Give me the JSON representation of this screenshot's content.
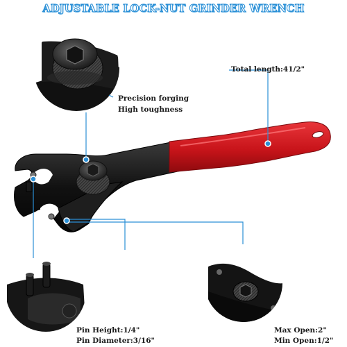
{
  "title": "ADJUSTABLE LOCK-NUT GRINDER WRENCH",
  "labels": {
    "total_length": "Total length:41/2\"",
    "precision_forging": "Precision forging",
    "high_toughness": "High toughness",
    "pin_height": "Pin Height:1/4\"",
    "pin_diameter": "Pin Diameter:3/16\"",
    "max_open": "Max Open:2\"",
    "min_open": "Min Open:1/2\""
  },
  "colors": {
    "accent_blue": "#2a8fd6",
    "handle_red": "#c8141a",
    "metal_black": "#151515",
    "text": "#1b1b1b"
  }
}
